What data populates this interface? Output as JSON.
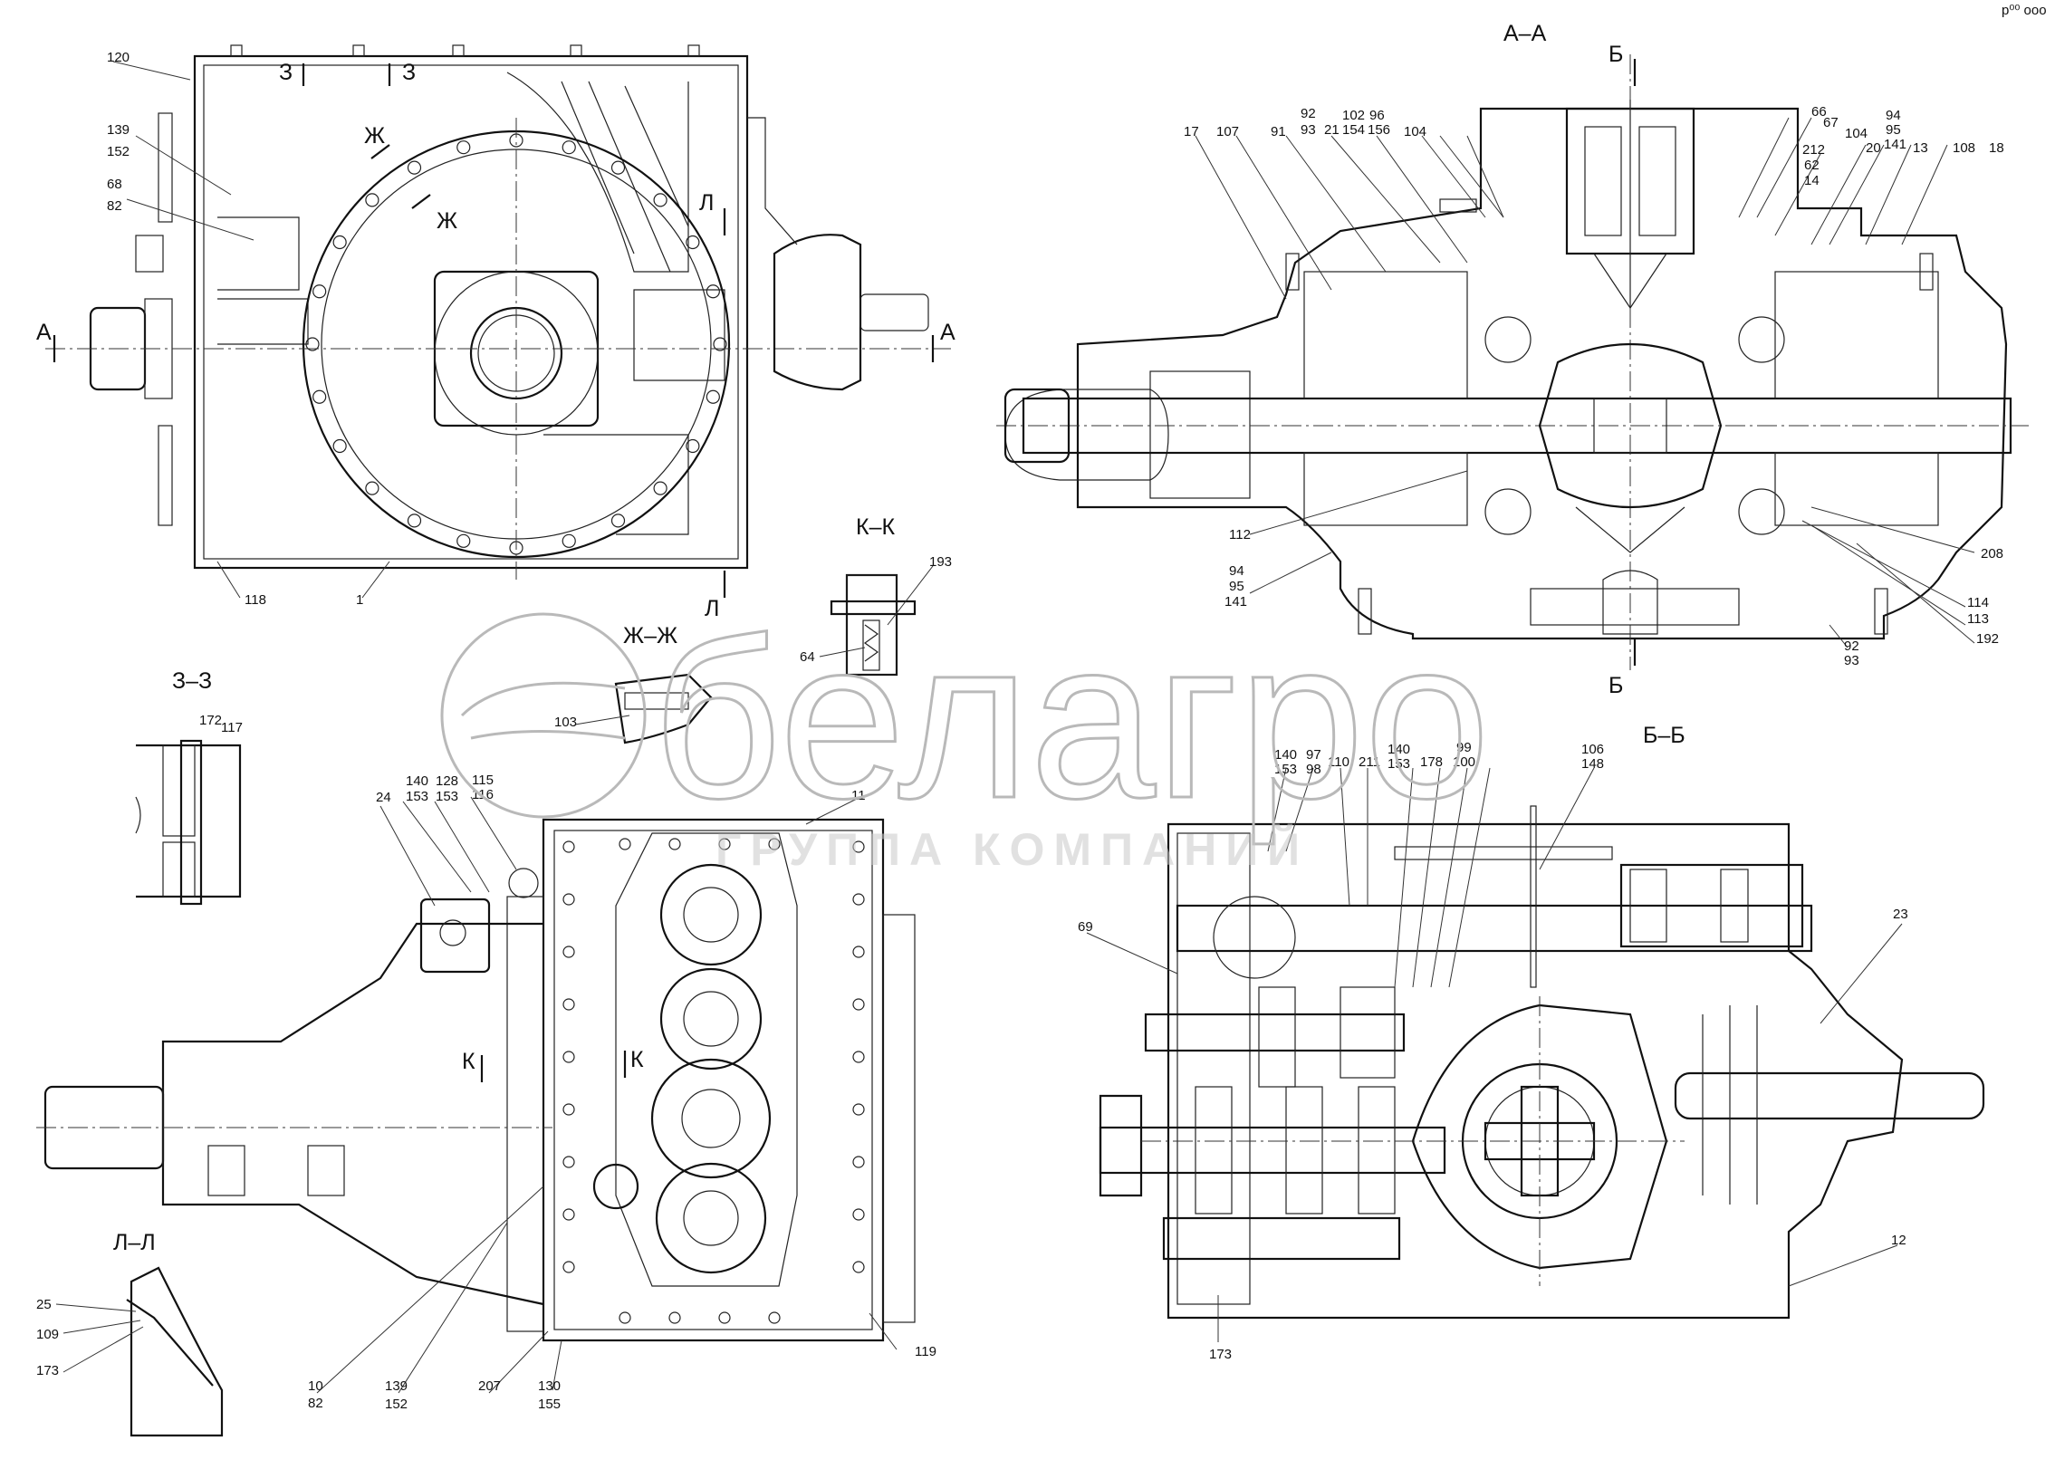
{
  "watermark": {
    "brand": "белагро",
    "subtitle": "ГРУППА КОМПАНИЙ",
    "color": "#b9b9b9"
  },
  "corner_mark": "р⁰⁰ ооо",
  "sections": {
    "aa": "А–А",
    "bb": "Б–Б",
    "kk": "К–К",
    "zhzh": "Ж–Ж",
    "zz": "З–З",
    "ll": "Л–Л"
  },
  "cut_marks": {
    "a_left": "А",
    "a_right": "А",
    "z_left": "З",
    "z_right": "З",
    "zh_top": "Ж",
    "zh_bottom": "Ж",
    "l_top": "Л",
    "l_bottom": "Л",
    "k_left": "К",
    "k_right": "К",
    "b_top": "Б",
    "b_bottom": "Б"
  },
  "labels": {
    "v1": {
      "l120": "120",
      "l139": "139",
      "l152": "152",
      "l68": "68",
      "l82": "82",
      "l118": "118",
      "l1": "1"
    },
    "aa": {
      "l17": "17",
      "l107": "107",
      "l91": "91",
      "l92": "92",
      "l93": "93",
      "l21": "21",
      "l102": "102",
      "l154": "154",
      "l96": "96",
      "l156": "156",
      "l104a": "104",
      "l66": "66",
      "l67": "67",
      "l212": "212",
      "l62": "62",
      "l14": "14",
      "l104b": "104",
      "l94a": "94",
      "l95a": "95",
      "l141a": "141",
      "l20": "20",
      "l13": "13",
      "l108": "108",
      "l18": "18",
      "l112": "112",
      "l94b": "94",
      "l95b": "95",
      "l141b": "141",
      "l208": "208",
      "l114": "114",
      "l113": "113",
      "l192": "192",
      "l92b": "92",
      "l93b": "93"
    },
    "kk": {
      "l193": "193",
      "l64": "64"
    },
    "zhzh": {
      "l103": "103"
    },
    "zz": {
      "l172": "172",
      "l117": "117"
    },
    "v3": {
      "l140": "140",
      "l153a": "153",
      "l128": "128",
      "l153b": "153",
      "l115": "115",
      "l116": "116",
      "l24": "24",
      "l11": "11",
      "l119": "119",
      "l10": "10",
      "l82": "82",
      "l139": "139",
      "l152": "152",
      "l207": "207",
      "l130": "130",
      "l155": "155"
    },
    "ll": {
      "l25": "25",
      "l109": "109",
      "l173": "173"
    },
    "bb": {
      "l140a": "140",
      "l153a": "153",
      "l97": "97",
      "l98": "98",
      "l110": "110",
      "l211": "211",
      "l140b": "140",
      "l153b": "153",
      "l178": "178",
      "l99": "99",
      "l100": "100",
      "l106": "106",
      "l148": "148",
      "l69": "69",
      "l23": "23",
      "l12": "12",
      "l173": "173"
    }
  }
}
